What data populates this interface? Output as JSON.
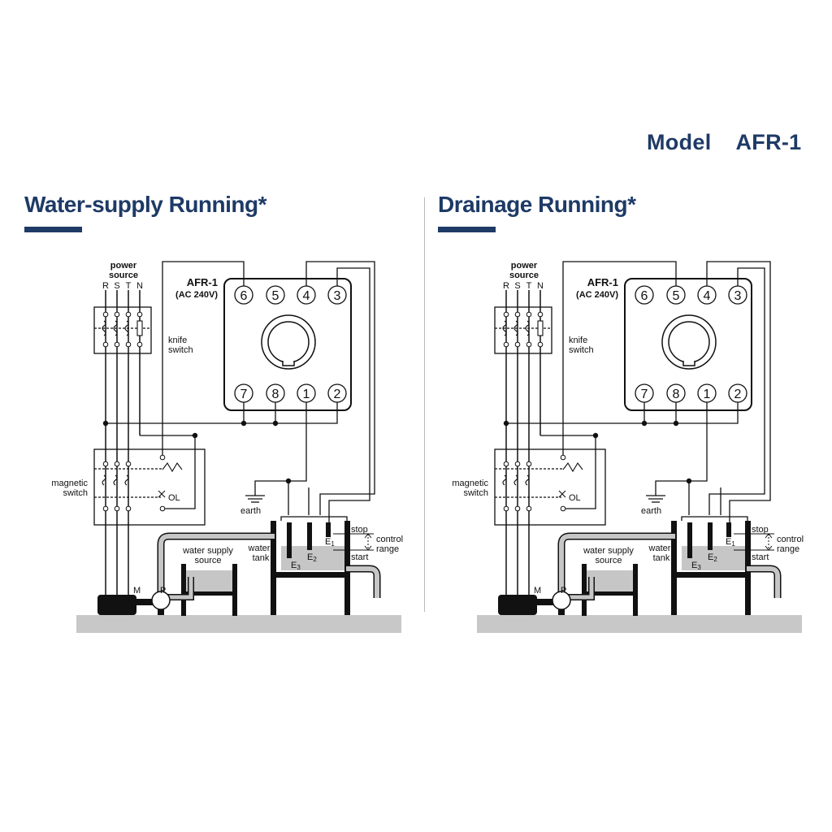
{
  "model": {
    "label": "Model",
    "name": "AFR-1"
  },
  "colors": {
    "title": "#1e3a66",
    "ground": "#c8c8c8",
    "water": "#c6c6c6"
  },
  "panels": [
    {
      "title": "Water-supply Running*",
      "power_source": [
        "power",
        "source"
      ],
      "phases": [
        "R",
        "S",
        "T",
        "N"
      ],
      "device": [
        "AFR-1",
        "(AC 240V)"
      ],
      "terminals_top": [
        "6",
        "5",
        "4",
        "3"
      ],
      "terminals_bottom": [
        "7",
        "8",
        "1",
        "2"
      ],
      "knife_switch": [
        "knife",
        "switch"
      ],
      "magnetic_switch": [
        "magnetic",
        "switch"
      ],
      "ol": "OL",
      "earth": "earth",
      "water_supply_source": [
        "water supply",
        "source"
      ],
      "water_tank": [
        "water",
        "tank"
      ],
      "motor": "M",
      "pump": "P",
      "electrodes": {
        "e1": "E",
        "e1_sub": "1",
        "e2": "E",
        "e2_sub": "2",
        "e3": "E",
        "e3_sub": "3"
      },
      "levels": {
        "stop": "stop",
        "start": "start",
        "range": [
          "control",
          "range"
        ]
      }
    },
    {
      "title": "Drainage Running*",
      "power_source": [
        "power",
        "source"
      ],
      "phases": [
        "R",
        "S",
        "T",
        "N"
      ],
      "device": [
        "AFR-1",
        "(AC 240V)"
      ],
      "terminals_top": [
        "6",
        "5",
        "4",
        "3"
      ],
      "terminals_bottom": [
        "7",
        "8",
        "1",
        "2"
      ],
      "knife_switch": [
        "knife",
        "switch"
      ],
      "magnetic_switch": [
        "magnetic",
        "switch"
      ],
      "ol": "OL",
      "earth": "earth",
      "water_supply_source": [
        "water supply",
        "source"
      ],
      "water_tank": [
        "water",
        "tank"
      ],
      "motor": "M",
      "pump": "P",
      "electrodes": {
        "e1": "E",
        "e1_sub": "1",
        "e2": "E",
        "e2_sub": "2",
        "e3": "E",
        "e3_sub": "3"
      },
      "levels": {
        "stop": "stop",
        "start": "start",
        "range": [
          "control",
          "range"
        ]
      }
    }
  ]
}
